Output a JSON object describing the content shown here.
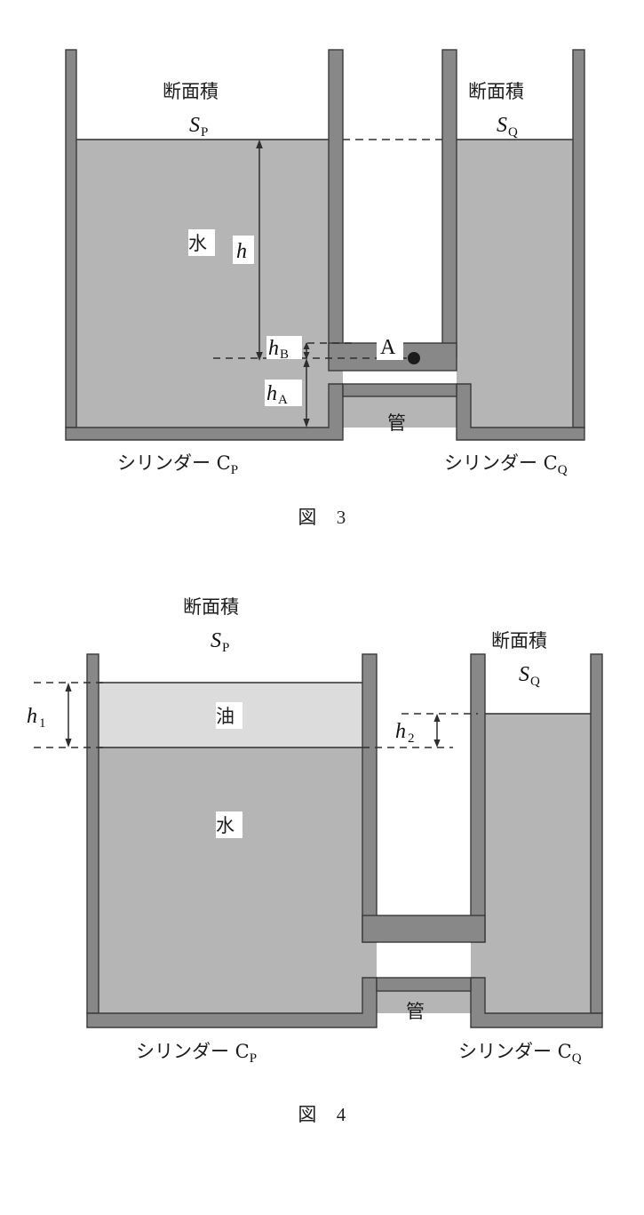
{
  "document": {
    "type": "physics-diagram",
    "subject": "connected-cylinders-fluid-pressure",
    "language": "ja"
  },
  "figure3": {
    "caption_label": "図",
    "caption_number": "3",
    "labels": {
      "area_left_line1": "断面積",
      "area_left_symbol": "S",
      "area_left_subscript": "P",
      "area_right_line1": "断面積",
      "area_right_symbol": "S",
      "area_right_subscript": "Q",
      "fluid_water": "水",
      "height_h": "h",
      "height_hb_symbol": "h",
      "height_hb_subscript": "B",
      "height_ha_symbol": "h",
      "height_ha_subscript": "A",
      "point_a": "A",
      "pipe": "管",
      "cylinder_left": "シリンダー C",
      "cylinder_left_subscript": "P",
      "cylinder_right": "シリンダー C",
      "cylinder_right_subscript": "Q"
    }
  },
  "figure4": {
    "caption_label": "図",
    "caption_number": "4",
    "labels": {
      "area_left_line1": "断面積",
      "area_left_symbol": "S",
      "area_left_subscript": "P",
      "area_right_line1": "断面積",
      "area_right_symbol": "S",
      "area_right_subscript": "Q",
      "fluid_oil": "油",
      "fluid_water": "水",
      "height_h1_symbol": "h",
      "height_h1_subscript": "1",
      "height_h2_symbol": "h",
      "height_h2_subscript": "2",
      "pipe": "管",
      "cylinder_left": "シリンダー C",
      "cylinder_left_subscript": "P",
      "cylinder_right": "シリンダー C",
      "cylinder_right_subscript": "Q"
    }
  },
  "colors": {
    "wall": "#888888",
    "wall_stroke": "#3a3a3a",
    "water": "#b5b5b5",
    "oil": "#dcdcdc",
    "outline": "#2e2e2e",
    "text": "#1c1c1c",
    "background": "#ffffff"
  }
}
